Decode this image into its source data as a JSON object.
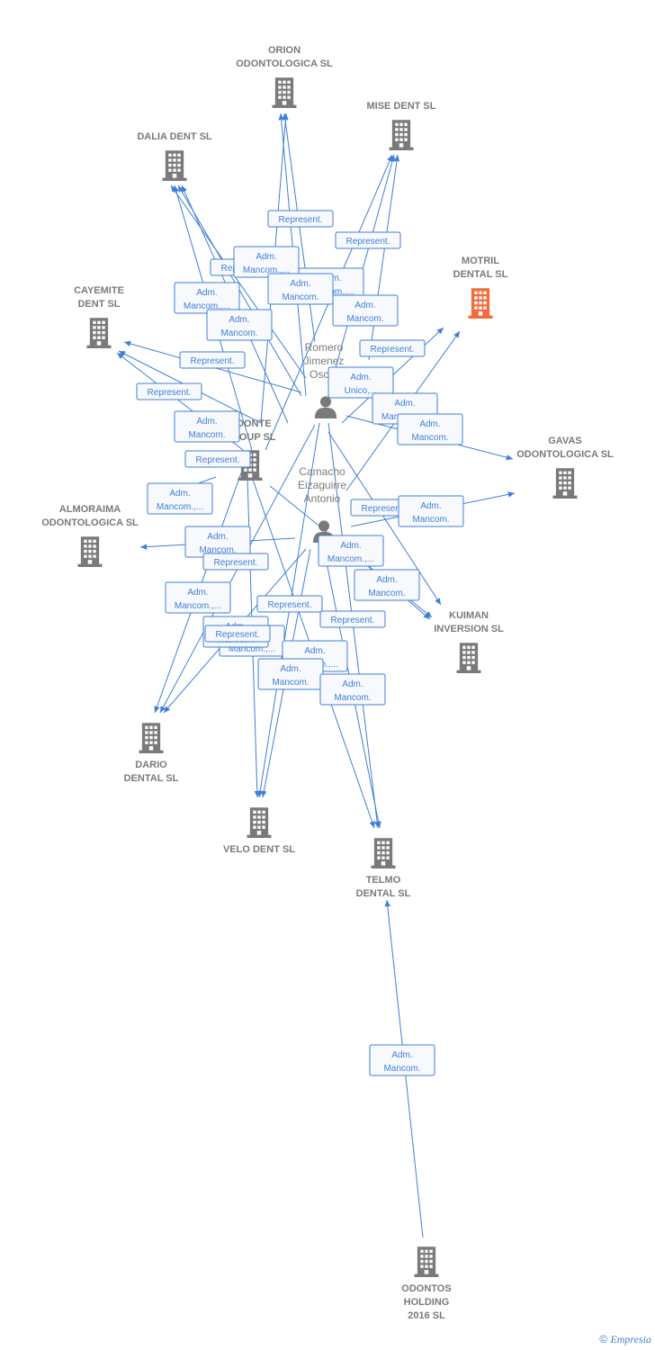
{
  "colors": {
    "edge": "#3f7fd6",
    "node": "#7a7a7a",
    "focus_node": "#f26b3a"
  },
  "companies": [
    {
      "id": "orion",
      "lines": [
        "ORION",
        "ODONTOLOGICA SL"
      ],
      "icon": "building-icon"
    },
    {
      "id": "mise",
      "lines": [
        "MISE DENT SL"
      ],
      "icon": "building-icon"
    },
    {
      "id": "dalia",
      "lines": [
        "DALIA DENT SL"
      ],
      "icon": "building-icon"
    },
    {
      "id": "motril",
      "lines": [
        "MOTRIL",
        "DENTAL  SL"
      ],
      "icon": "building-icon",
      "focus": true
    },
    {
      "id": "cayemite",
      "lines": [
        "CAYEMITE",
        "DENT SL"
      ],
      "icon": "building-icon"
    },
    {
      "id": "odonte",
      "lines": [
        "ODONTE",
        "GROUP  SL"
      ],
      "icon": "building-icon"
    },
    {
      "id": "gavas",
      "lines": [
        "GAVAS",
        "ODONTOLOGICA SL"
      ],
      "icon": "building-icon"
    },
    {
      "id": "almoraima",
      "lines": [
        "ALMORAIMA",
        "ODONTOLOGICA SL"
      ],
      "icon": "building-icon"
    },
    {
      "id": "kuiman",
      "lines": [
        "KUIMAN",
        "INVERSION SL"
      ],
      "icon": "building-icon"
    },
    {
      "id": "dario",
      "lines": [
        "DARIO",
        "DENTAL SL"
      ],
      "icon": "building-icon"
    },
    {
      "id": "velo",
      "lines": [
        "VELO DENT SL"
      ],
      "icon": "building-icon"
    },
    {
      "id": "telmo",
      "lines": [
        "TELMO",
        "DENTAL SL"
      ],
      "icon": "building-icon"
    },
    {
      "id": "odontos",
      "lines": [
        "ODONTOS",
        "HOLDING",
        "2016  SL"
      ],
      "icon": "building-icon"
    }
  ],
  "persons": [
    {
      "id": "romero",
      "lines": [
        "Romero",
        "Jimenez",
        "Oscar"
      ],
      "icon": "person-icon"
    },
    {
      "id": "camacho",
      "lines": [
        "Camacho",
        "Eizaguirre",
        "Antonio"
      ],
      "icon": "person-icon"
    }
  ],
  "edge_labels": [
    {
      "id": "e1",
      "lines": [
        "Represent."
      ]
    },
    {
      "id": "e2",
      "lines": [
        "Represent."
      ]
    },
    {
      "id": "e3",
      "lines": [
        "Represent."
      ]
    },
    {
      "id": "e4",
      "lines": [
        "Adm.",
        "Mancom.,..."
      ]
    },
    {
      "id": "e5",
      "lines": [
        "Adm.",
        "Mancom.,..."
      ]
    },
    {
      "id": "e6",
      "lines": [
        "Adm.",
        "Mancom."
      ]
    },
    {
      "id": "e7",
      "lines": [
        "Adm.",
        "Mancom.,..."
      ]
    },
    {
      "id": "e8",
      "lines": [
        "Adm.",
        "Mancom."
      ]
    },
    {
      "id": "e9",
      "lines": [
        "Adm.",
        "Mancom."
      ]
    },
    {
      "id": "e10",
      "lines": [
        "Represent."
      ]
    },
    {
      "id": "e11",
      "lines": [
        "Represent."
      ]
    },
    {
      "id": "e12",
      "lines": [
        "Adm.",
        "Unico,..."
      ]
    },
    {
      "id": "e13",
      "lines": [
        "Adm.",
        "Mancom.,..."
      ]
    },
    {
      "id": "e14",
      "lines": [
        "Adm.",
        "Mancom."
      ]
    },
    {
      "id": "e15",
      "lines": [
        "Represent."
      ]
    },
    {
      "id": "e16",
      "lines": [
        "Adm.",
        "Mancom."
      ]
    },
    {
      "id": "e17",
      "lines": [
        "Represent."
      ]
    },
    {
      "id": "e18",
      "lines": [
        "Adm.",
        "Mancom.,..."
      ]
    },
    {
      "id": "e19",
      "lines": [
        "Represent."
      ]
    },
    {
      "id": "e20",
      "lines": [
        "Adm.",
        "Mancom."
      ]
    },
    {
      "id": "e21",
      "lines": [
        "Adm.",
        "Mancom."
      ]
    },
    {
      "id": "e22",
      "lines": [
        "Adm.",
        "Mancom.,..."
      ]
    },
    {
      "id": "e23",
      "lines": [
        "Represent."
      ]
    },
    {
      "id": "e24",
      "lines": [
        "Adm.",
        "Mancom."
      ]
    },
    {
      "id": "e25",
      "lines": [
        "Adm.",
        "Mancom.,..."
      ]
    },
    {
      "id": "e26",
      "lines": [
        "Represent."
      ]
    },
    {
      "id": "e27",
      "lines": [
        "Represent."
      ]
    },
    {
      "id": "e28",
      "lines": [
        "Adm.",
        "Mancom.,..."
      ]
    },
    {
      "id": "e29",
      "lines": [
        "Adm.",
        "Mancom."
      ]
    },
    {
      "id": "e30",
      "lines": [
        "Adm.",
        "Mancom.,..."
      ]
    },
    {
      "id": "e31",
      "lines": [
        "Adm.",
        "Mancom."
      ]
    },
    {
      "id": "e32",
      "lines": [
        "Adm.",
        "Mancom."
      ]
    },
    {
      "id": "e33",
      "lines": [
        "Adm.",
        "Mancom."
      ]
    },
    {
      "id": "e34",
      "lines": [
        "Represent."
      ]
    }
  ],
  "footer": {
    "copyright": "©",
    "brand": "Empresia"
  }
}
